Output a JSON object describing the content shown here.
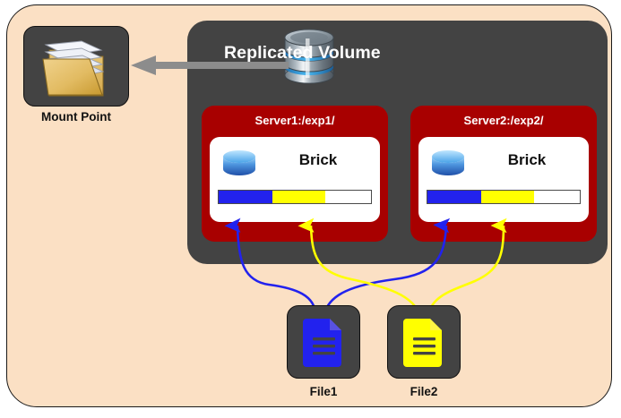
{
  "diagram": {
    "title": "Replicated Volume",
    "background_color": "#fbe0c4",
    "volume_color": "#434343",
    "server_color": "#a80000"
  },
  "mount": {
    "label": "Mount Point",
    "icon": "folder-icon"
  },
  "volume": {
    "title": "Replicated Volume",
    "icon": "database-stack-icon"
  },
  "servers": [
    {
      "title": "Server1:/exp1/",
      "brick_label": "Brick",
      "brick_icon": "cylinder-icon",
      "capacity": {
        "segments": [
          {
            "name": "file1-usage",
            "color": "#2222ee",
            "percent": 35
          },
          {
            "name": "file2-usage",
            "color": "#ffff00",
            "percent": 35
          },
          {
            "name": "free-space",
            "color": "#ffffff",
            "percent": 30
          }
        ]
      }
    },
    {
      "title": "Server2:/exp2/",
      "brick_label": "Brick",
      "brick_icon": "cylinder-icon",
      "capacity": {
        "segments": [
          {
            "name": "file1-usage",
            "color": "#2222ee",
            "percent": 35
          },
          {
            "name": "file2-usage",
            "color": "#ffff00",
            "percent": 35
          },
          {
            "name": "free-space",
            "color": "#ffffff",
            "percent": 30
          }
        ]
      }
    }
  ],
  "files": [
    {
      "label": "File1",
      "color": "#2222ee",
      "icon": "document-icon"
    },
    {
      "label": "File2",
      "color": "#ffff00",
      "icon": "document-icon"
    }
  ],
  "arrows": {
    "mount_arrow_color": "#8c8c8c",
    "file1_replica_color": "#2222ee",
    "file2_replica_color": "#ffff00"
  }
}
